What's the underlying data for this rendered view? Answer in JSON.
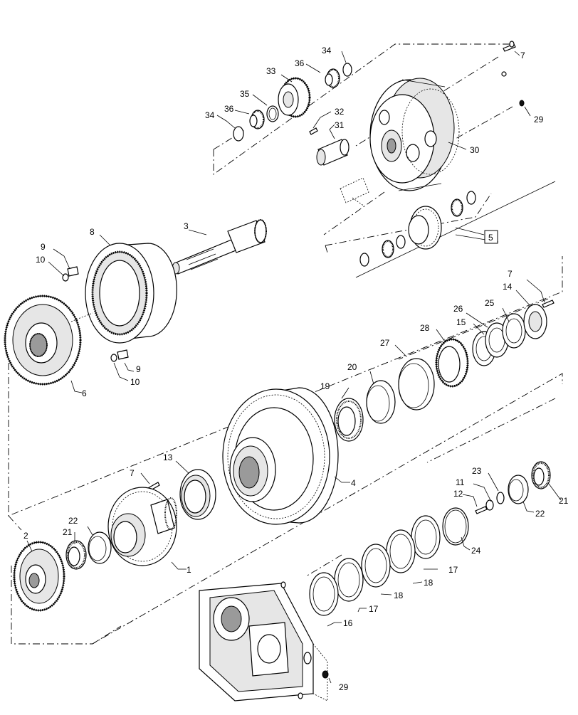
{
  "diagram": {
    "callouts": [
      "1",
      "2",
      "3",
      "4",
      "5",
      "6",
      "7",
      "8",
      "9",
      "10",
      "11",
      "12",
      "13",
      "14",
      "15",
      "16",
      "17",
      "18",
      "19",
      "20",
      "21",
      "22",
      "23",
      "24",
      "25",
      "26",
      "27",
      "28",
      "29",
      "30",
      "31",
      "32",
      "33",
      "34",
      "35",
      "36"
    ]
  },
  "labels": {
    "l1": "1",
    "l2": "2",
    "l3": "3",
    "l4": "4",
    "l5": "5",
    "l6": "6",
    "l7a": "7",
    "l7b": "7",
    "l7c": "7",
    "l8": "8",
    "l9a": "9",
    "l9b": "9",
    "l10a": "10",
    "l10b": "10",
    "l11": "11",
    "l12": "12",
    "l13": "13",
    "l14": "14",
    "l15": "15",
    "l16": "16",
    "l17a": "17",
    "l17b": "17",
    "l18a": "18",
    "l18b": "18",
    "l19": "19",
    "l20": "20",
    "l21a": "21",
    "l21b": "21",
    "l22a": "22",
    "l22b": "22",
    "l23": "23",
    "l24": "24",
    "l25": "25",
    "l26": "26",
    "l27": "27",
    "l28": "28",
    "l29a": "29",
    "l29b": "29",
    "l30": "30",
    "l31": "31",
    "l32": "32",
    "l33": "33",
    "l34a": "34",
    "l34b": "34",
    "l35": "35",
    "l36a": "36",
    "l36b": "36"
  }
}
